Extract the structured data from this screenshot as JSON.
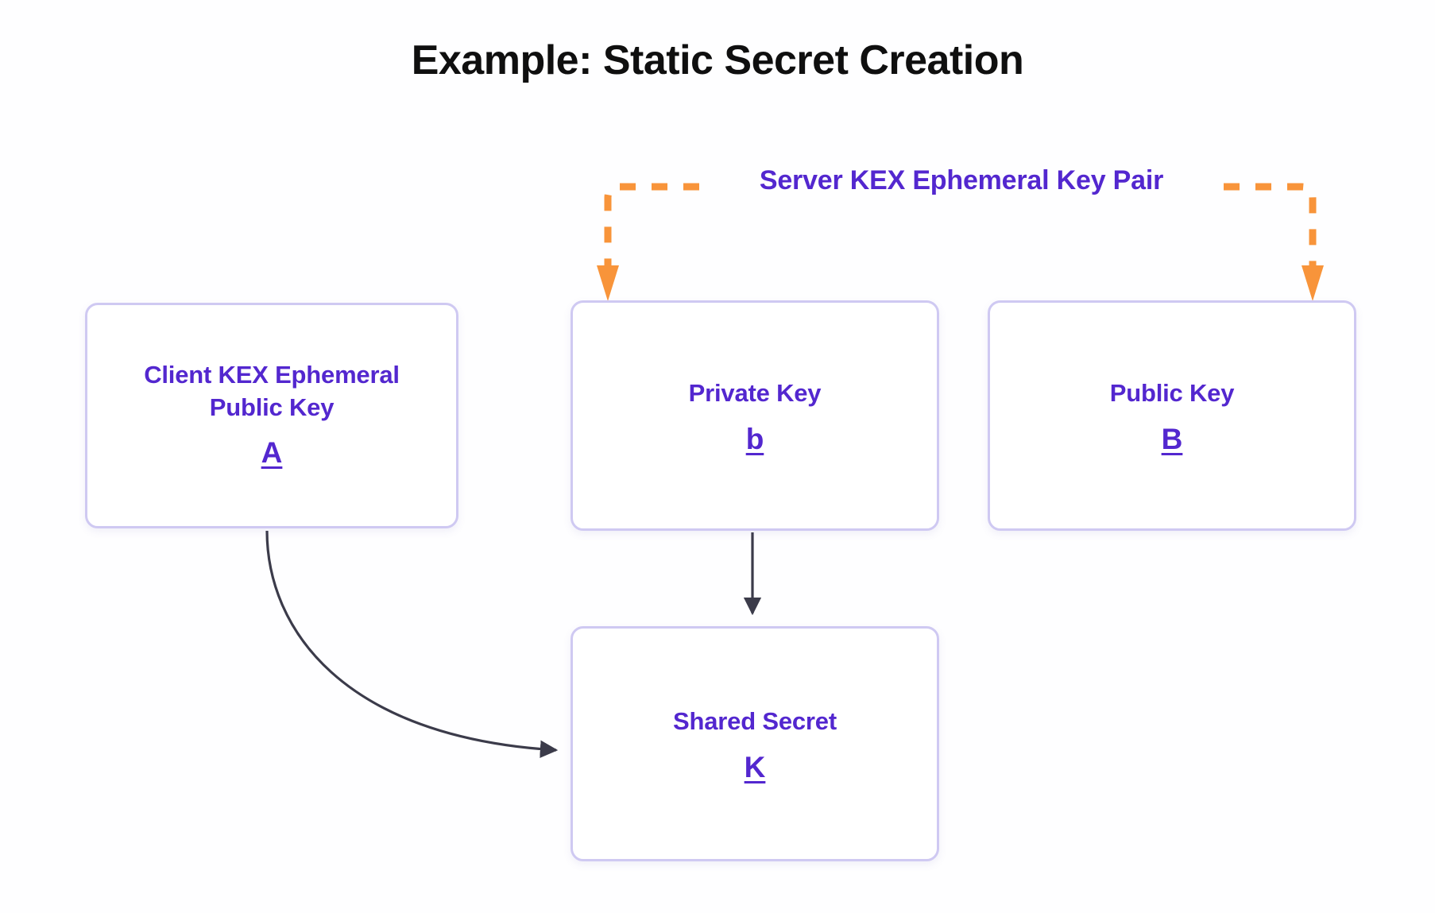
{
  "diagram": {
    "title": "Example: Static Secret Creation",
    "background_color": "#fefeff",
    "accent_purple": "#5327cf",
    "accent_orange": "#f8943a",
    "node_border_color": "#cfc9f2",
    "arrow_color": "#3b3b4a"
  },
  "group_label": {
    "text": "Server KEX Ephemeral Key Pair",
    "style": "orange-dashed-bracket",
    "color": "#5327cf",
    "bracket_color": "#f8943a"
  },
  "nodes": [
    {
      "id": "client-public-key",
      "title": "Client KEX Ephemeral Public Key",
      "symbol": "A"
    },
    {
      "id": "private-key",
      "title": "Private Key",
      "symbol": "b"
    },
    {
      "id": "public-key",
      "title": "Public Key",
      "symbol": "B"
    },
    {
      "id": "shared-secret",
      "title": "Shared Secret",
      "symbol": "K"
    }
  ],
  "edges": [
    {
      "id": "bracket-to-private-key",
      "from": "Server KEX Ephemeral Key Pair",
      "to": "Private Key",
      "style": "dashed",
      "color": "#f8943a"
    },
    {
      "id": "bracket-to-public-key",
      "from": "Server KEX Ephemeral Key Pair",
      "to": "Public Key",
      "style": "dashed",
      "color": "#f8943a"
    },
    {
      "id": "client-public-key-to-shared-secret",
      "from": "A",
      "to": "K",
      "style": "curved-solid",
      "color": "#3b3b4a"
    },
    {
      "id": "private-key-to-shared-secret",
      "from": "b",
      "to": "K",
      "style": "straight-solid",
      "color": "#3b3b4a"
    }
  ]
}
